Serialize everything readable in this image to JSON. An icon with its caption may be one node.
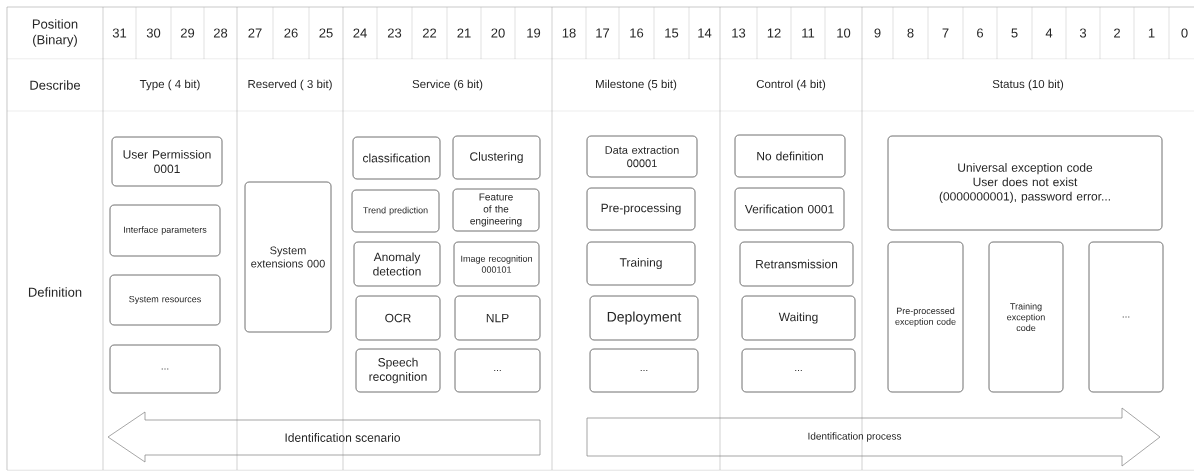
{
  "diagram": {
    "nodes": [
      {
        "text": [
          "User Permission 0001"
        ]
      },
      {
        "text": [
          "Interface parameters"
        ]
      },
      {
        "text": [
          "System resources"
        ]
      },
      {
        "text": [
          "..."
        ]
      },
      {
        "text": [
          "System extensions 000"
        ]
      },
      {
        "text": [
          "classification"
        ]
      },
      {
        "text": [
          "Clustering"
        ]
      },
      {
        "text": [
          "Trend prediction"
        ]
      },
      {
        "text": [
          "Feature of the engineering"
        ]
      },
      {
        "text": [
          "Anomaly detection"
        ]
      },
      {
        "text": [
          "Image recognition 000101"
        ]
      },
      {
        "text": [
          "OCR"
        ]
      },
      {
        "text": [
          "NLP"
        ]
      },
      {
        "text": [
          "Speech recognition"
        ]
      },
      {
        "text": [
          "..."
        ]
      },
      {
        "text": [
          "Data extraction 00001"
        ]
      },
      {
        "text": [
          "Pre-processing"
        ]
      },
      {
        "text": [
          "Training"
        ]
      },
      {
        "text": [
          "Deployment"
        ]
      },
      {
        "text": [
          "..."
        ]
      },
      {
        "text": [
          "No definition"
        ]
      },
      {
        "text": [
          "Verification 0001"
        ]
      },
      {
        "text": [
          "Retransmission"
        ]
      },
      {
        "text": [
          "Waiting"
        ]
      },
      {
        "text": [
          "..."
        ]
      },
      {
        "text": [
          "Universal exception code",
          "User does not exist (0000000001), password error..."
        ]
      },
      {
        "text": [
          "Pre-processed exception code"
        ]
      },
      {
        "text": [
          "Training exception code"
        ]
      },
      {
        "text": [
          "..."
        ]
      },
      {
        "text": [
          "Identification scenario"
        ]
      },
      {
        "text": [
          "Identification process"
        ]
      }
    ],
    "labels": [
      "Position (Binary)",
      "31",
      "30",
      "29",
      "28",
      "27",
      "26",
      "25",
      "24",
      "23",
      "22",
      "21",
      "20",
      "19",
      "18",
      "17",
      "16",
      "15",
      "14",
      "13",
      "12",
      "11",
      "10",
      "9",
      "8",
      "7",
      "6",
      "5",
      "4",
      "3",
      "2",
      "1",
      "0",
      "Describe",
      "Type ( 4 bit)",
      "Reserved ( 3 bit)",
      "Service (6 bit)",
      "Milestone (5 bit)",
      "Control (4 bit)",
      "Status (10 bit)",
      "Definition"
    ]
  }
}
